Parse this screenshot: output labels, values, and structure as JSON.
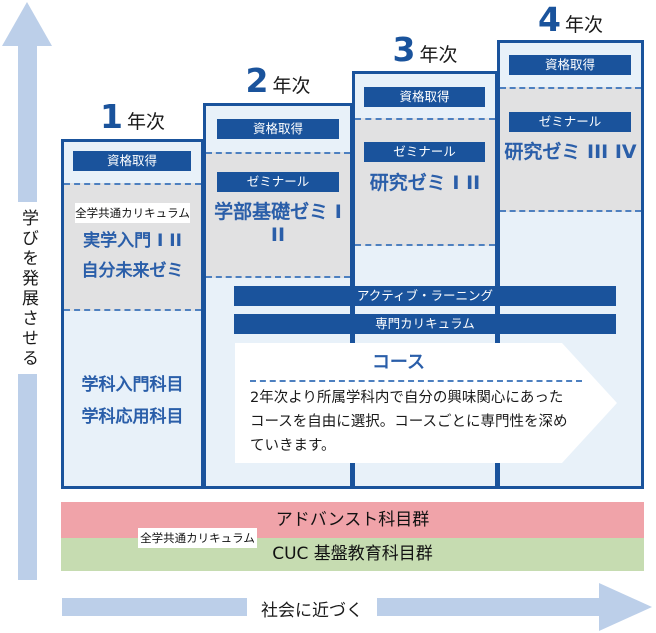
{
  "left_axis": {
    "label": "学びを発展させる"
  },
  "bottom_axis": {
    "label": "社会に近づく"
  },
  "years": [
    {
      "number": "1",
      "suffix": "年次",
      "cert_label": "資格取得",
      "common_label": "全学共通カリキュラム",
      "gray_items": [
        "実学入門 I II",
        "自分未来ゼミ"
      ],
      "blue_items": [
        "学科入門科目",
        "学科応用科目"
      ]
    },
    {
      "number": "2",
      "suffix": "年次",
      "cert_label": "資格取得",
      "seminar_label": "ゼミナール",
      "seminar_name": "学部基礎ゼミ I II"
    },
    {
      "number": "3",
      "suffix": "年次",
      "cert_label": "資格取得",
      "seminar_label": "ゼミナール",
      "seminar_name": "研究ゼミ I II"
    },
    {
      "number": "4",
      "suffix": "年次",
      "cert_label": "資格取得",
      "seminar_label": "ゼミナール",
      "seminar_name": "研究ゼミ III IV"
    }
  ],
  "shared": {
    "active_learning_label": "アクティブ・ラーニング",
    "specialized_label": "専門カリキュラム",
    "course": {
      "title": "コース",
      "description_lines": [
        "2年次より所属学科内で自分の興味関心にあった",
        "コースを自由に選択。コースごとに専門性を深め",
        "ていきます。"
      ]
    }
  },
  "bands": {
    "advanced_label": "アドバンスト科目群",
    "foundation_label": "CUC 基盤教育科目群",
    "common_label": "全学共通カリキュラム"
  },
  "colors": {
    "dark_blue": "#1a539c",
    "text_blue": "#2a5ea9",
    "column_bg": "#e8f1f9",
    "gray_bg": "#e1e1e2",
    "dashed_blue": "#4d80c0",
    "pink": "#f0a3a9",
    "green": "#c6dcb1",
    "arrow_blue": "#bccfe9"
  }
}
